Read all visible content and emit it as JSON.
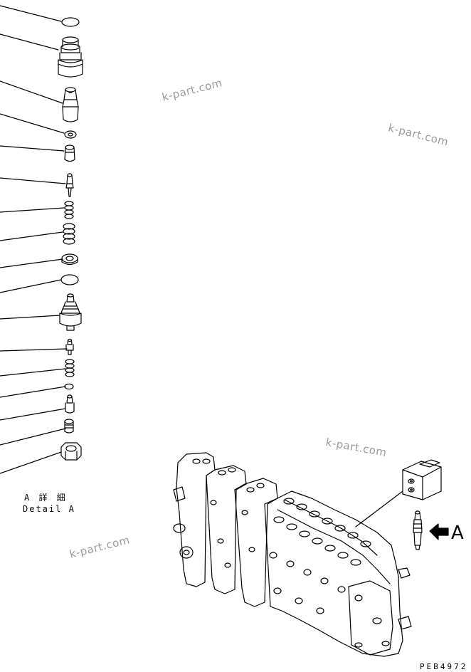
{
  "detail": {
    "label_jp": "A 詳 細",
    "label_en": "Detail A"
  },
  "view": {
    "letter": "A"
  },
  "drawing_code": "PEB4972",
  "watermarks": [
    "k-part.com",
    "k-part.com",
    "k-part.com",
    "k-part.com"
  ],
  "parts": [
    {
      "icon": "o-ring"
    },
    {
      "icon": "valve-body"
    },
    {
      "icon": "plug"
    },
    {
      "icon": "seal-ring"
    },
    {
      "icon": "sleeve"
    },
    {
      "icon": "poppet"
    },
    {
      "icon": "spring"
    },
    {
      "icon": "spring"
    },
    {
      "icon": "washer"
    },
    {
      "icon": "o-ring"
    },
    {
      "icon": "relief-body"
    },
    {
      "icon": "piston"
    },
    {
      "icon": "spring"
    },
    {
      "icon": "ball"
    },
    {
      "icon": "spool"
    },
    {
      "icon": "spring-seat"
    },
    {
      "icon": "nut"
    }
  ]
}
